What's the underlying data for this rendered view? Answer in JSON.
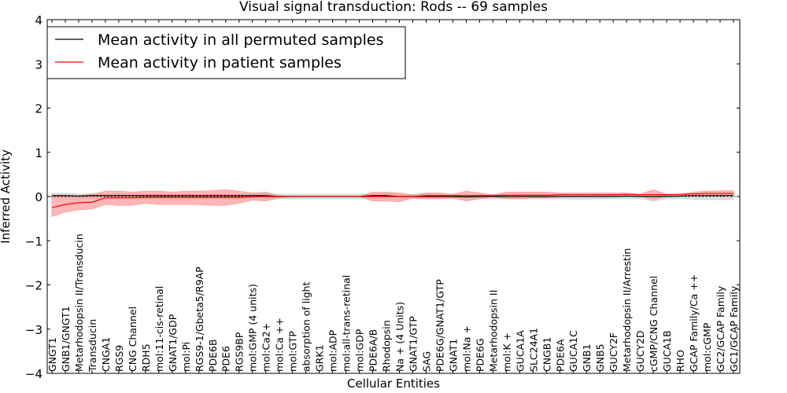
{
  "chart_data": {
    "type": "line",
    "title": "Visual signal transduction: Rods -- 69 samples",
    "xlabel": "Cellular Entities",
    "ylabel": "Inferred Activity",
    "ylim": [
      -4,
      4
    ],
    "yticks": [
      "4",
      "3",
      "2",
      "1",
      "0",
      "−1",
      "−2",
      "−3",
      "−4"
    ],
    "ytick_values": [
      4,
      3,
      2,
      1,
      0,
      -1,
      -2,
      -3,
      -4
    ],
    "legend_position": "top-left",
    "categories": [
      "GNGT1",
      "GNB1/GNGT1",
      "Metarhodopsin II/Transducin",
      "Transducin",
      "CNGA1",
      "RGS9",
      "CNG Channel",
      "RDH5",
      "mol:11-cis-retinal",
      "GNAT1/GDP",
      "mol:Pi",
      "RGS9-1/Gbeta5/R9AP",
      "PDE6B",
      "PDE6",
      "RGS9BP",
      "mol:GMP (4 units)",
      "mol:Ca2+",
      "mol:Ca ++",
      "mol:GTP",
      "absorption of light",
      "GRK1",
      "mol:ADP",
      "mol:all-trans-retinal",
      "mol:GDP",
      "PDE6A/B",
      "Rhodopsin",
      "Na + (4 Units)",
      "GNAT1/GTP",
      "SAG",
      "PDE6G/GNAT1/GTP",
      "GNAT1",
      "mol:Na +",
      "PDE6G",
      "Metarhodopsin II",
      "mol:K +",
      "GUCA1A",
      "SLC24A1",
      "CNGB1",
      "PDE6A",
      "GUCA1C",
      "GNB1",
      "GNB5",
      "GUCY2F",
      "Metarhodopsin II/Arrestin",
      "GUCY2D",
      "cGMP/CNG Channel",
      "GUCA1B",
      "RHO",
      "GCAP Family/Ca ++",
      "mol:cGMP",
      "GC2/GCAP Family",
      "GC1/GCAP Family"
    ],
    "series": [
      {
        "name": "Mean activity in all permuted samples",
        "color": "#000000",
        "band_color": "#cccccc",
        "values": [
          0.02,
          0.02,
          0.01,
          0.02,
          0.02,
          0.02,
          0.02,
          0.02,
          0.02,
          0.02,
          0.02,
          0.02,
          0.02,
          0.02,
          0.02,
          0.02,
          0.02,
          0.0,
          0.0,
          0.0,
          0.0,
          0.0,
          0.0,
          0.0,
          0.02,
          0.02,
          0.0,
          0.0,
          0.0,
          0.0,
          0.0,
          -0.01,
          0.0,
          0.0,
          0.0,
          0.0,
          0.0,
          0.0,
          0.0,
          0.0,
          0.0,
          0.0,
          0.0,
          0.01,
          0.0,
          0.0,
          0.0,
          0.01,
          0.02,
          0.02,
          0.02,
          0.02
        ],
        "lower": [
          -0.05,
          -0.06,
          -0.06,
          -0.05,
          -0.05,
          -0.05,
          -0.05,
          -0.05,
          -0.05,
          -0.05,
          -0.05,
          -0.05,
          -0.05,
          -0.05,
          -0.05,
          -0.05,
          -0.05,
          -0.05,
          -0.05,
          -0.05,
          -0.05,
          -0.05,
          -0.05,
          -0.05,
          -0.05,
          -0.05,
          -0.07,
          -0.05,
          -0.05,
          -0.05,
          -0.05,
          -0.08,
          -0.05,
          -0.05,
          -0.05,
          -0.05,
          -0.05,
          -0.05,
          -0.05,
          -0.06,
          -0.06,
          -0.05,
          -0.05,
          -0.05,
          -0.05,
          -0.1,
          -0.05,
          -0.05,
          -0.06,
          -0.07,
          -0.07,
          -0.07
        ],
        "upper": [
          0.07,
          0.07,
          0.05,
          0.06,
          0.06,
          0.06,
          0.06,
          0.06,
          0.06,
          0.06,
          0.06,
          0.06,
          0.06,
          0.06,
          0.06,
          0.06,
          0.06,
          0.05,
          0.05,
          0.05,
          0.05,
          0.05,
          0.05,
          0.05,
          0.06,
          0.06,
          0.05,
          0.05,
          0.05,
          0.05,
          0.05,
          0.05,
          0.05,
          0.05,
          0.05,
          0.05,
          0.05,
          0.05,
          0.05,
          0.05,
          0.05,
          0.05,
          0.05,
          0.05,
          0.05,
          0.05,
          0.05,
          0.05,
          0.06,
          0.07,
          0.07,
          0.07
        ]
      },
      {
        "name": "Mean activity in patient samples",
        "color": "#ff0000",
        "band_color": "#ff9999",
        "values": [
          -0.25,
          -0.18,
          -0.14,
          -0.13,
          -0.03,
          -0.03,
          -0.03,
          -0.02,
          -0.02,
          -0.02,
          -0.02,
          -0.02,
          -0.02,
          -0.02,
          -0.02,
          -0.01,
          0,
          0,
          0,
          0,
          0,
          0,
          0,
          0,
          0,
          0,
          0,
          0,
          0.02,
          0.02,
          0.02,
          0.02,
          0.02,
          0.02,
          0.03,
          0.03,
          0.03,
          0.03,
          0.04,
          0.04,
          0.04,
          0.04,
          0.04,
          0.05,
          0.04,
          0.04,
          0.04,
          0.05,
          0.06,
          0.07,
          0.07,
          0.07
        ],
        "lower": [
          -0.45,
          -0.35,
          -0.3,
          -0.28,
          -0.18,
          -0.2,
          -0.2,
          -0.15,
          -0.18,
          -0.18,
          -0.18,
          -0.18,
          -0.2,
          -0.2,
          -0.15,
          -0.08,
          -0.1,
          -0.03,
          0,
          0,
          0,
          0,
          0,
          0,
          -0.1,
          -0.1,
          -0.12,
          -0.03,
          -0.05,
          -0.05,
          -0.03,
          -0.1,
          -0.05,
          0,
          -0.05,
          -0.05,
          -0.03,
          -0.03,
          0,
          0,
          0,
          0,
          0,
          0,
          0.02,
          -0.08,
          0.02,
          0.02,
          0.02,
          0.02,
          0.02,
          0.02
        ],
        "upper": [
          0.0,
          0.02,
          0.02,
          0.05,
          0.12,
          0.12,
          0.1,
          0.12,
          0.12,
          0.1,
          0.12,
          0.12,
          0.13,
          0.15,
          0.12,
          0.08,
          0.1,
          0.02,
          0,
          0,
          0,
          0,
          0,
          0,
          0.1,
          0.1,
          0.08,
          0.03,
          0.08,
          0.08,
          0.05,
          0.12,
          0.08,
          0.03,
          0.1,
          0.1,
          0.1,
          0.1,
          0.08,
          0.08,
          0.08,
          0.08,
          0.08,
          0.08,
          0.05,
          0.15,
          0.05,
          0.05,
          0.1,
          0.12,
          0.13,
          0.13
        ]
      }
    ]
  }
}
